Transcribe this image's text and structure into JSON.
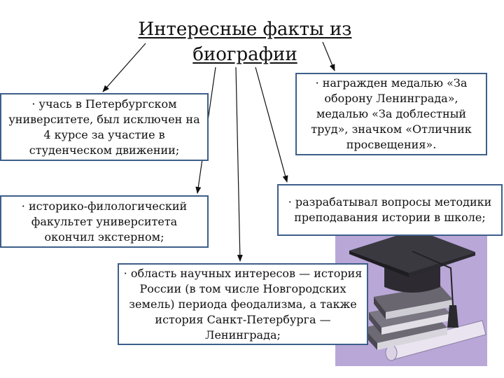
{
  "title": "Интересные факты из биографии",
  "facts": [
    "· учась в Петербургском университете, был исключен на 4 курсе за участие в студенческом движении;",
    "· награжден медалью «За оборону Ленинграда», медалью «За доблестный труд», значком «Отличник просвещения».",
    "· историко-филологический факультет университета окончил экстерном;",
    "· разрабатывал вопросы методики преподавания истории в школе;",
    "· область научных интересов — история России (в том числе Новгородских земель) периода феодализма, а также история Санкт-Петербурга — Ленинграда;"
  ],
  "colors": {
    "box_border": "#3d5f8a",
    "photo_background": "#b9a7d8"
  },
  "icons": {
    "illustration": "graduation-cap-on-books-illustration"
  }
}
